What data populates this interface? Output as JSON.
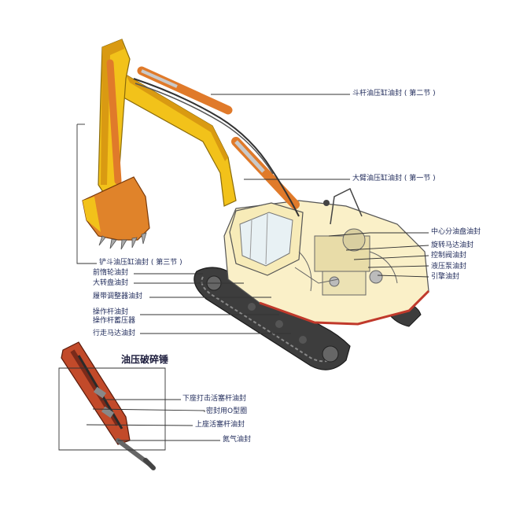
{
  "labels": {
    "bucket_cyl_2": "斗杆油压缸油封 ( 第二节 )",
    "boom_cyl_1": "大臂油压缸油封 ( 第一节 )",
    "center_joint": "中心分油盘油封",
    "swing_motor": "旋转马达油封",
    "control_valve": "控制阀油封",
    "hydraulic_pump": "液压泵油封",
    "engine": "引擎油封",
    "bucket_cyl_3": "铲斗油压缸油封 ( 第三节 )",
    "idler": "前惰轮油封",
    "swing_bearing": "大转盘油封",
    "track_adjuster": "履带调整器油封",
    "control_lever": "操作杆油封",
    "control_accumulator": "操作杆蓄压器",
    "travel_motor": "行走马达油封"
  },
  "breaker": {
    "title": "油压破碎锤",
    "lower_piston": "下座打击活塞杆油封",
    "o_ring": "密封用O型圈",
    "upper_piston": "上座活塞杆油封",
    "nitrogen": "氮气油封"
  },
  "colors": {
    "boom_yellow": "#f2c21a",
    "boom_shadow": "#d99a12",
    "boom_orange": "#e07a2a",
    "body_cream": "#faf0c8",
    "track_dark": "#3a3a3a",
    "leader_line": "#333333",
    "label_text": "#1f2a5a",
    "breaker_red": "#c24a2a"
  }
}
